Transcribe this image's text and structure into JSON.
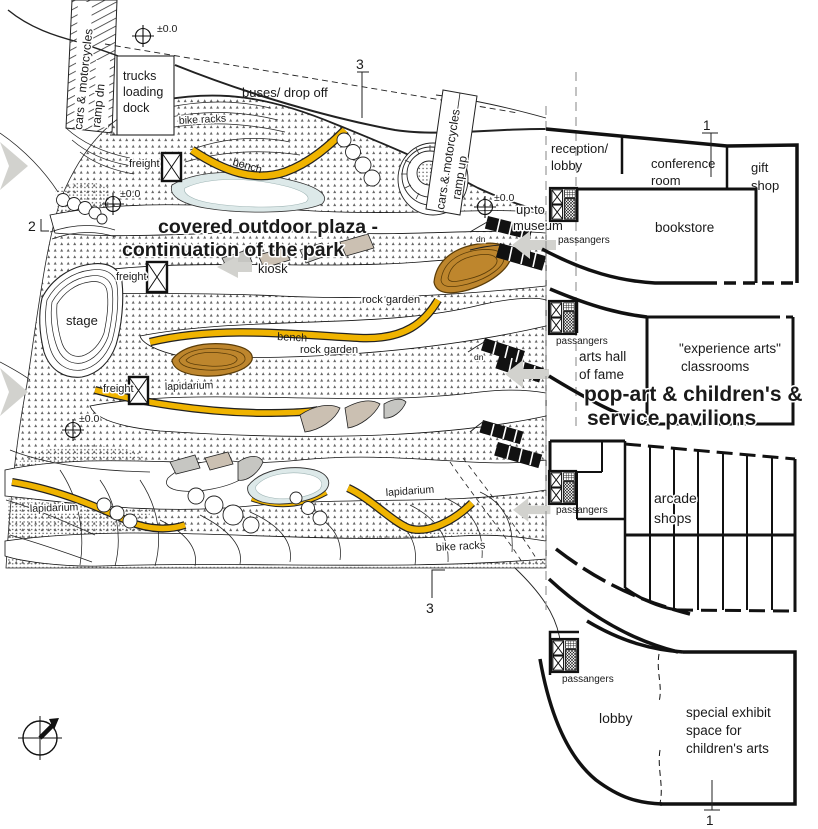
{
  "title": "museum ground floor & park site plan",
  "colors": {
    "yellow_bench": "#F0B400",
    "brown_terrace": "#BE862D",
    "pond_blue": "#DDE9E9",
    "arrow_gray": "#D2D2CE",
    "paver_tan": "#CBC0B2",
    "paver_gray": "#C6C6C2",
    "ink": "#1a1a1a"
  },
  "park": {
    "plaza_title_line1": "covered outdoor plaza -",
    "plaza_title_line2": "continuation of the park",
    "ramp_down_line1": "cars & motorcycles",
    "ramp_down_line2": "ramp dn",
    "ramp_up_line1": "cars & motorcycles",
    "ramp_up_line2": "ramp up",
    "trucks_line1": "trucks",
    "trucks_line2": "loading",
    "trucks_line3": "dock",
    "buses": "buses/ drop off",
    "bike_racks": "bike racks",
    "freight": "freight",
    "bench": "bench",
    "kiosk": "kiosk",
    "stage": "stage",
    "rock_garden": "rock garden",
    "lapidarium": "lapidarium",
    "up_to_line1": "up to",
    "up_to_line2": "museum",
    "dn": "dn",
    "level_mark": "±0.0"
  },
  "building": {
    "reception_line1": "reception/",
    "reception_line2": "lobby",
    "conference_line1": "conference",
    "conference_line2": "room",
    "gift_line1": "gift",
    "gift_line2": "shop",
    "bookstore": "bookstore",
    "passengers": "passangers",
    "arts_hall_line1": "arts hall",
    "arts_hall_line2": "of fame",
    "classrooms_line1": "\"experience arts\"",
    "classrooms_line2": "classrooms",
    "pavilions_line1": "pop-art & children's &",
    "pavilions_line2": "service pavilions",
    "arcade_line1": "arcade",
    "arcade_line2": "shops",
    "lobby": "lobby",
    "special_line1": "special exhibit",
    "special_line2": "space for",
    "special_line3": "children's arts"
  },
  "sections": {
    "one": "1",
    "two": "2",
    "three": "3"
  }
}
